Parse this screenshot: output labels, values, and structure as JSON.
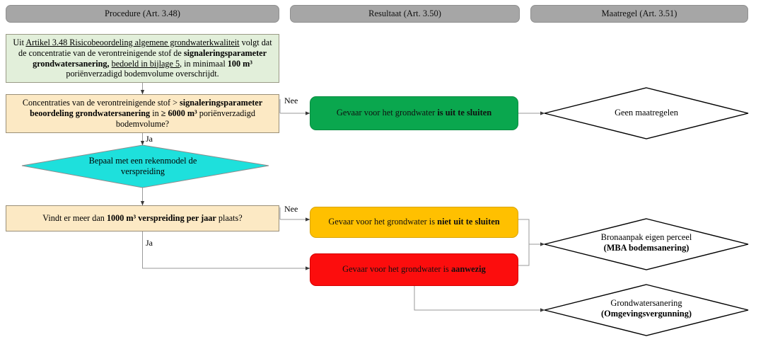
{
  "headers": [
    {
      "label": "Procedure (Art. 3.48)"
    },
    {
      "label": "Resultaat (Art. 3.50)"
    },
    {
      "label": "Maatregel (Art. 3.51)"
    }
  ],
  "colors": {
    "header_gray": "#a6a6a6",
    "light_green_box": "#e2efda",
    "beige_box": "#fce9c4",
    "result_green": "#0aa74e",
    "result_orange": "#ffc000",
    "result_red": "#fc0d0d",
    "cyan_diamond": "#1ee0dc",
    "connector": "#9a9a9a",
    "diamond_outline": "#000000"
  },
  "procedure": {
    "statement_box": {
      "parts": [
        {
          "text": "Uit ",
          "style": "normal"
        },
        {
          "text": "Artikel 3.48 Risicobeoordeling algemene grondwaterkwaliteit",
          "style": "underline"
        },
        {
          "text": " volgt dat de concentratie van de verontreinigende stof de ",
          "style": "normal"
        },
        {
          "text": "signaleringsparameter grondwatersanering,",
          "style": "bold"
        },
        {
          "text": " ",
          "style": "normal"
        },
        {
          "text": "bedoeld in bijlage 5,",
          "style": "underline"
        },
        {
          "text": " in minimaal ",
          "style": "normal"
        },
        {
          "text": "100 m³",
          "style": "bold"
        },
        {
          "text": " poriënverzadigd bodemvolume overschrijdt.",
          "style": "normal"
        }
      ],
      "plain": "Uit Artikel 3.48 Risicobeoordeling algemene grondwaterkwaliteit volgt dat de concentratie van de verontreinigende stof de signaleringsparameter grondwatersanering, bedoeld in bijlage 5, in minimaal 100 m³ poriënverzadigd bodemvolume overschrijdt."
    },
    "decision_1": {
      "parts": [
        {
          "text": "Concentraties van de verontreinigende stof > ",
          "style": "normal"
        },
        {
          "text": "signaleringsparameter beoordeling grondwatersanering",
          "style": "bold"
        },
        {
          "text": " in ",
          "style": "normal"
        },
        {
          "text": "≥ 6000 m³",
          "style": "bold"
        },
        {
          "text": " poriënverzadigd bodemvolume?",
          "style": "normal"
        }
      ],
      "plain": "Concentraties van de verontreinigende stof > signaleringsparameter beoordeling grondwatersanering in ≥ 6000 m³ poriënverzadigd bodemvolume?"
    },
    "process_diamond": {
      "line1": "Bepaal met een rekenmodel de",
      "line2": "verspreiding",
      "plain": "Bepaal met een rekenmodel de verspreiding"
    },
    "decision_2": {
      "parts": [
        {
          "text": "Vindt er meer dan ",
          "style": "normal"
        },
        {
          "text": "1000 m³ verspreiding per jaar",
          "style": "bold"
        },
        {
          "text": " plaats?",
          "style": "normal"
        }
      ],
      "plain": "Vindt er meer dan 1000 m³ verspreiding per jaar plaats?"
    }
  },
  "edge_labels": {
    "nee_1": "Nee",
    "ja_1": "Ja",
    "nee_2": "Nee",
    "ja_2": "Ja"
  },
  "results": {
    "green": {
      "parts": [
        {
          "text": "Gevaar voor het grondwater ",
          "style": "normal"
        },
        {
          "text": "is uit te sluiten",
          "style": "bold"
        }
      ],
      "plain": "Gevaar voor het grondwater is uit te sluiten"
    },
    "orange": {
      "parts": [
        {
          "text": "Gevaar voor het grondwater is ",
          "style": "normal"
        },
        {
          "text": "niet uit te sluiten",
          "style": "bold"
        }
      ],
      "plain": "Gevaar voor het grondwater is niet uit te sluiten"
    },
    "red": {
      "parts": [
        {
          "text": "Gevaar voor het grondwater is ",
          "style": "normal"
        },
        {
          "text": "aanwezig",
          "style": "bold"
        }
      ],
      "plain": "Gevaar voor het grondwater is aanwezig"
    }
  },
  "measures": {
    "none": {
      "line1": "Geen maatregelen",
      "line2": "",
      "plain": "Geen maatregelen"
    },
    "source": {
      "line1": "Bronaanpak eigen perceel",
      "line2": "(MBA bodemsanering)",
      "plain": "Bronaanpak eigen perceel (MBA bodemsanering)"
    },
    "remediation": {
      "line1": "Grondwatersanering",
      "line2": "(Omgevingsvergunning)",
      "plain": "Grondwatersanering (Omgevingsvergunning)"
    }
  }
}
